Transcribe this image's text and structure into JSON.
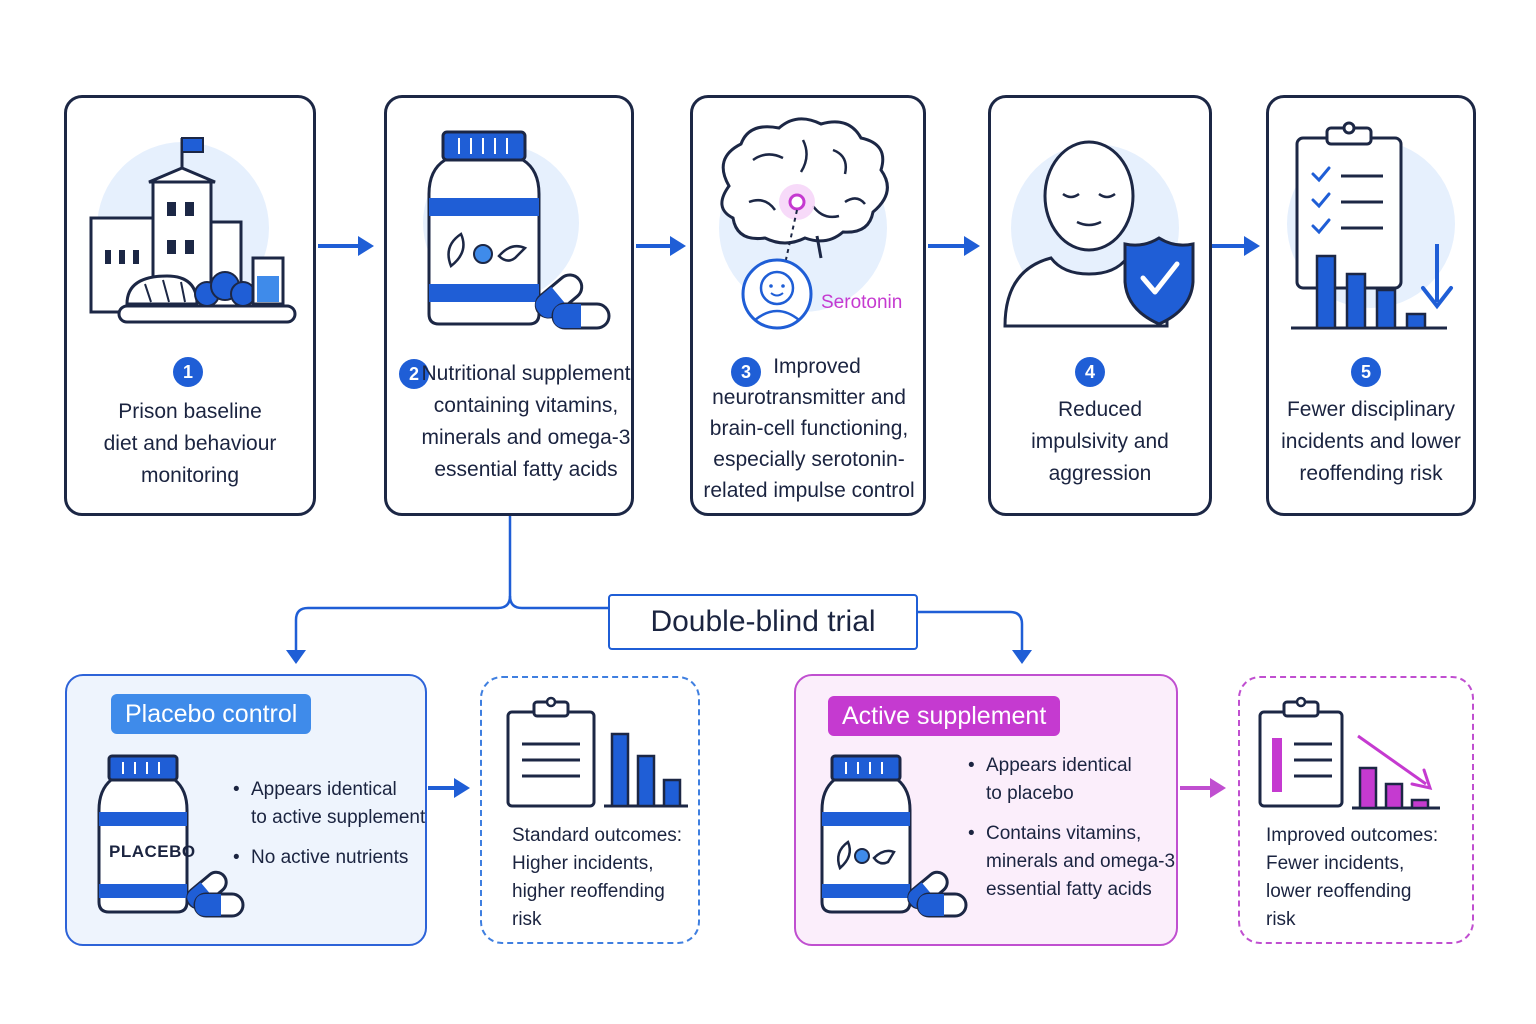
{
  "steps": [
    {
      "number": "1",
      "lines": [
        "Prison baseline",
        "diet and behaviour",
        "monitoring"
      ]
    },
    {
      "number": "2",
      "lines": [
        "Nutritional supplement",
        "containing vitamins,",
        "minerals and omega-3",
        "essential fatty acids"
      ]
    },
    {
      "number": "3",
      "lines": [
        "Improved",
        "neurotransmitter and",
        "brain-cell functioning,",
        "especially serotonin-",
        "related impulse control"
      ]
    },
    {
      "number": "4",
      "lines": [
        "Reduced",
        "impulsivity and",
        "aggression"
      ]
    },
    {
      "number": "5",
      "lines": [
        "Fewer disciplinary",
        "incidents and lower",
        "reoffending risk"
      ]
    }
  ],
  "serotonin_label": "Serotonin",
  "trial_label": "Double-blind trial",
  "placebo": {
    "label": "Placebo control",
    "bottle_text": "PLACEBO",
    "bullets": [
      [
        "Appears identical",
        "to active supplement"
      ],
      [
        "No active nutrients"
      ]
    ],
    "outcome_lines": [
      "Standard outcomes:",
      "Higher incidents,",
      "higher reoffending",
      "risk"
    ]
  },
  "active": {
    "label": "Active supplement",
    "bullets": [
      [
        "Appears identical",
        "to placebo"
      ],
      [
        "Contains vitamins,",
        "minerals and omega-3",
        "essential fatty acids"
      ]
    ],
    "outcome_lines": [
      "Improved outcomes:",
      "Fewer incidents,",
      "lower reoffending",
      "risk"
    ]
  },
  "colors": {
    "navy": "#1c2745",
    "blue": "#1f5ed6",
    "light_blue": "#e6f0fd",
    "magenta": "#c04fd0"
  },
  "icons": [
    "prison-building-icon",
    "food-tray-icon",
    "supplement-bottle-icon",
    "capsule-icon",
    "brain-icon",
    "serotonin-face-icon",
    "calm-person-icon",
    "shield-check-icon",
    "clipboard-checklist-icon",
    "bar-chart-down-icon",
    "arrow-right-icon"
  ]
}
